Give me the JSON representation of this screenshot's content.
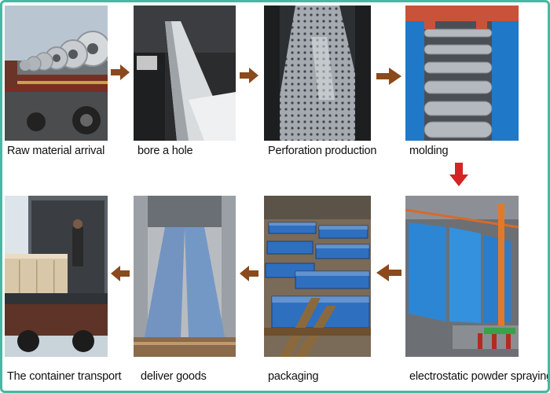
{
  "steps": [
    {
      "id": 1,
      "caption": "Raw material arrival"
    },
    {
      "id": 2,
      "caption": "bore a hole"
    },
    {
      "id": 3,
      "caption": "Perforation production"
    },
    {
      "id": 4,
      "caption": "molding"
    },
    {
      "id": 5,
      "caption": "electrostatic powder spraying"
    },
    {
      "id": 6,
      "caption": "packaging"
    },
    {
      "id": 7,
      "caption": "deliver goods"
    },
    {
      "id": 8,
      "caption": "The container transport"
    }
  ],
  "colors": {
    "frame_border": "#47b8a2",
    "arrow_flow": "#8a4a1c",
    "arrow_down": "#d42424"
  }
}
